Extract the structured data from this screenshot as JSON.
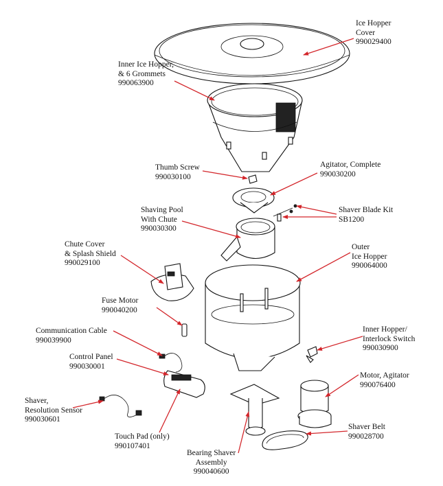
{
  "parts": [
    {
      "id": "ice-hopper-cover",
      "lines": [
        "Ice Hopper",
        "Cover",
        "990029400"
      ]
    },
    {
      "id": "inner-ice-hopper",
      "lines": [
        "Inner Ice Hopper,",
        "& 6 Grommets",
        "990063900"
      ]
    },
    {
      "id": "thumb-screw",
      "lines": [
        "Thumb Screw",
        "990030100"
      ]
    },
    {
      "id": "agitator-complete",
      "lines": [
        "Agitator, Complete",
        "990030200"
      ]
    },
    {
      "id": "shaving-pool",
      "lines": [
        "Shaving Pool",
        "With Chute",
        "990030300"
      ]
    },
    {
      "id": "shaver-blade-kit",
      "lines": [
        "Shaver Blade Kit",
        "SB1200"
      ]
    },
    {
      "id": "chute-cover",
      "lines": [
        "Chute Cover",
        "& Splash Shield",
        "990029100"
      ]
    },
    {
      "id": "outer-ice-hopper",
      "lines": [
        "Outer",
        "Ice Hopper",
        "990064000"
      ]
    },
    {
      "id": "fuse-motor",
      "lines": [
        "Fuse Motor",
        "990040200"
      ]
    },
    {
      "id": "communication-cable",
      "lines": [
        "Communication Cable",
        "990039900"
      ]
    },
    {
      "id": "control-panel",
      "lines": [
        "Control Panel",
        "990030001"
      ]
    },
    {
      "id": "interlock-switch",
      "lines": [
        "Inner Hopper/",
        "Interlock Switch",
        "990030900"
      ]
    },
    {
      "id": "motor-agitator",
      "lines": [
        "Motor, Agitator",
        "990076400"
      ]
    },
    {
      "id": "resolution-sensor",
      "lines": [
        "Shaver,",
        "Resolution Sensor",
        "990030601"
      ]
    },
    {
      "id": "touch-pad",
      "lines": [
        "Touch Pad (only)",
        "990107401"
      ]
    },
    {
      "id": "shaver-belt",
      "lines": [
        "Shaver Belt",
        "990028700"
      ]
    },
    {
      "id": "bearing-shaver",
      "lines": [
        "Bearing Shaver",
        "Assembly",
        "990040600"
      ]
    }
  ],
  "colors": {
    "leader": "#d3262b",
    "line": "#111111"
  }
}
